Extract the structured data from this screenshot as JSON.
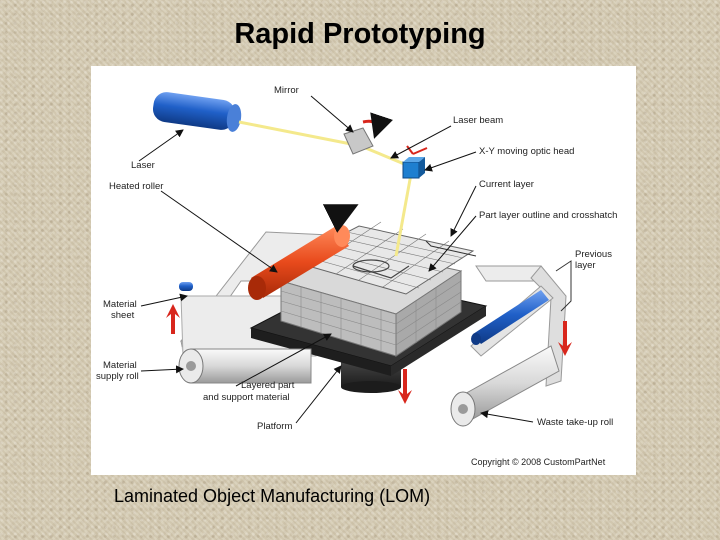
{
  "slide": {
    "title": "Rapid Prototyping",
    "caption": "Laminated Object Manufacturing (LOM)"
  },
  "diagram": {
    "labels": {
      "mirror": "Mirror",
      "laser_beam": "Laser beam",
      "laser": "Laser",
      "optic_head": "X-Y moving optic head",
      "heated_roller": "Heated roller",
      "current_layer": "Current layer",
      "part_outline": "Part layer outline and crosshatch",
      "previous_layer_1": "Previous",
      "previous_layer_2": "layer",
      "material_sheet_1": "Material",
      "material_sheet_2": "sheet",
      "supply_roll_1": "Material",
      "supply_roll_2": "supply roll",
      "layered_part_1": "Layered part",
      "layered_part_2": "and support material",
      "platform": "Platform",
      "waste_roll": "Waste take-up roll",
      "copyright": "Copyright © 2008 CustomPartNet"
    },
    "colors": {
      "laser_blue": "#2060c8",
      "roller_orange": "#e84a1c",
      "beam_yellow": "#f4e98c",
      "arrow_red": "#d8261c",
      "head_blue": "#1e7fd0",
      "platform_dark": "#2e2e2e",
      "sheet_gray": "#e6e6e6"
    }
  }
}
